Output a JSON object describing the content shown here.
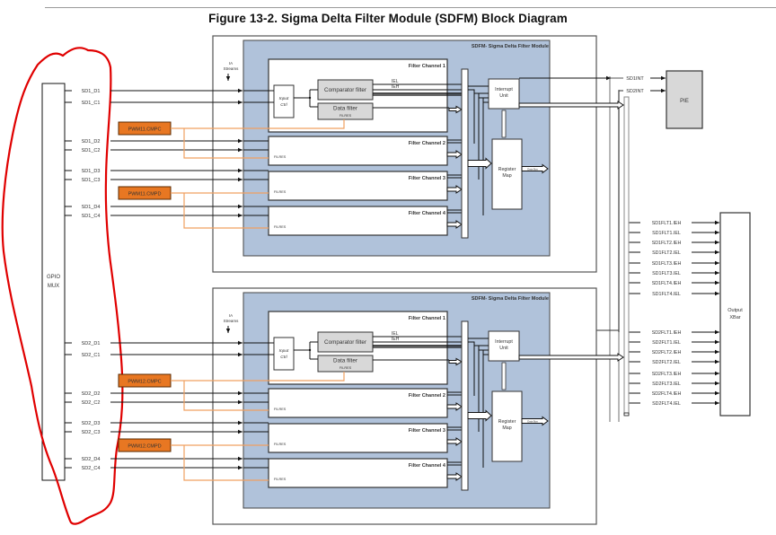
{
  "figure_title": "Figure 13-2. Sigma Delta Filter Module (SDFM) Block Diagram",
  "gpio_mux": {
    "label_line1": "GPIO",
    "label_line2": "MUX"
  },
  "pie": {
    "label": "PIE"
  },
  "output_xbar": {
    "label_line1": "Output",
    "label_line2": "XBar"
  },
  "interrupt_lines": [
    "SD1INT",
    "SD2INT"
  ],
  "modules": [
    {
      "module_title": "SDFM- Sigma Delta Filter Module",
      "ia_streams": {
        "line1": "IA",
        "line2": "Streams"
      },
      "input_signals": [
        [
          "SD1_D1",
          "SD1_C1"
        ],
        [
          "SD1_D2",
          "SD1_C2"
        ],
        [
          "SD1_D3",
          "SD1_C3"
        ],
        [
          "SD1_D4",
          "SD1_C4"
        ]
      ],
      "pwm_triggers": [
        "PWM11.CMPC",
        "PWM11.CMPD"
      ],
      "channels": [
        "Filter Channel 1",
        "Filter Channel 2",
        "Filter Channel 3",
        "Filter Channel 4"
      ],
      "input_ctrl": {
        "line1": "Input",
        "line2": "Ctrl"
      },
      "comparator_filter": "Comparator filter",
      "data_filter": "Data filter",
      "filres": "FILRES",
      "iel": "IEL",
      "ieh": "IEH",
      "interrupt_unit": {
        "line1": "Interrupt",
        "line2": "Unit"
      },
      "register_map": {
        "line1": "Register",
        "line2": "Map"
      },
      "data_bus": "Data Bus"
    },
    {
      "module_title": "SDFM- Sigma Delta Filter Module",
      "ia_streams": {
        "line1": "IA",
        "line2": "Streams"
      },
      "input_signals": [
        [
          "SD2_D1",
          "SD2_C1"
        ],
        [
          "SD2_D2",
          "SD2_C2"
        ],
        [
          "SD2_D3",
          "SD2_C3"
        ],
        [
          "SD2_D4",
          "SD2_C4"
        ]
      ],
      "pwm_triggers": [
        "PWM12.CMPC",
        "PWM12.CMPD"
      ],
      "channels": [
        "Filter Channel 1",
        "Filter Channel 2",
        "Filter Channel 3",
        "Filter Channel 4"
      ],
      "input_ctrl": {
        "line1": "Input",
        "line2": "Ctrl"
      },
      "comparator_filter": "Comparator filter",
      "data_filter": "Data filter",
      "filres": "FILRES",
      "iel": "IEL",
      "ieh": "IEH",
      "interrupt_unit": {
        "line1": "Interrupt",
        "line2": "Unit"
      },
      "register_map": {
        "line1": "Register",
        "line2": "Map"
      },
      "data_bus": "Data Bus"
    }
  ],
  "xbar_signals": [
    [
      "SD1FLT1.IEH",
      "SD1FLT1.IEL",
      "SD1FLT2.IEH",
      "SD1FLT2.IEL",
      "SD1FLT3.IEH",
      "SD1FLT3.IEL",
      "SD1FLT4.IEH",
      "SD1FLT4.IEL"
    ],
    [
      "SD2FLT1.IEH",
      "SD2FLT1.IEL",
      "SD2FLT2.IEH",
      "SD2FLT2.IEL",
      "SD2FLT3.IEH",
      "SD2FLT3.IEL",
      "SD2FLT4.IEH",
      "SD2FLT4.IEL"
    ]
  ],
  "annotation": {
    "type": "hand-drawn red outline",
    "target": "GPIO MUX inputs"
  },
  "colors": {
    "module_fill": "#b0c2da",
    "pwm_fill": "#e87722",
    "trigger_line": "#f0a060",
    "grey_block": "#d8d8d8",
    "annotation": "#e00000"
  }
}
